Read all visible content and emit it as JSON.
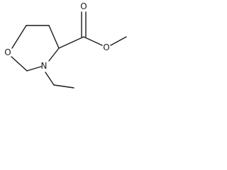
{
  "molecule": {
    "atoms": {
      "ring_oxygen": "O",
      "ring_nitrogen": "N",
      "carbonyl_oxygen": "O",
      "ester_oxygen": "O"
    }
  }
}
